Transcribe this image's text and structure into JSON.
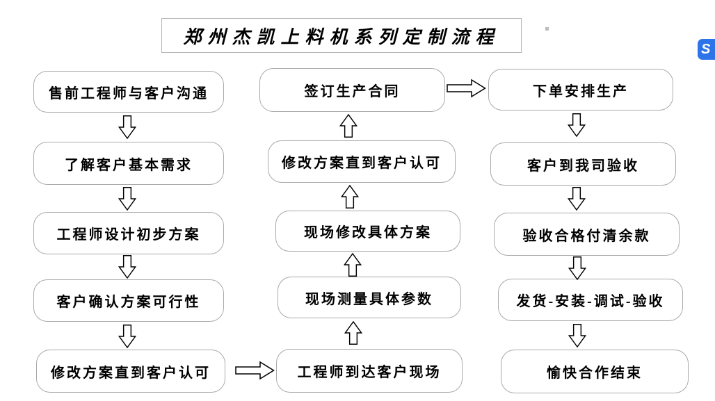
{
  "title": {
    "text": "郑州杰凯上料机系列定制流程"
  },
  "nodes": {
    "left": [
      "售前工程师与客户沟通",
      "了解客户基本需求",
      "工程师设计初步方案",
      "客户确认方案可行性",
      "修改方案直到客户认可"
    ],
    "middle": [
      "签订生产合同",
      "修改方案直到客户认可",
      "现场修改具体方案",
      "现场测量具体参数",
      "工程师到达客户现场"
    ],
    "right": [
      "下单安排生产",
      "客户到我司验收",
      "验收合格付清余款",
      "发货-安装-调试-验收",
      "愉快合作结束"
    ]
  },
  "flow": {
    "left_column_direction": "down",
    "middle_column_direction": "up",
    "right_column_direction": "down",
    "links": [
      "修改方案直到客户认可 → 工程师到达客户现场",
      "签订生产合同 → 下单安排生产"
    ]
  },
  "logo": {
    "glyph": "S",
    "color": "#2c74e8"
  },
  "colors": {
    "node_border": "#a9a9a9",
    "title_border": "#b3b3b3",
    "arrow_stroke": "#000000",
    "text": "#000000"
  }
}
